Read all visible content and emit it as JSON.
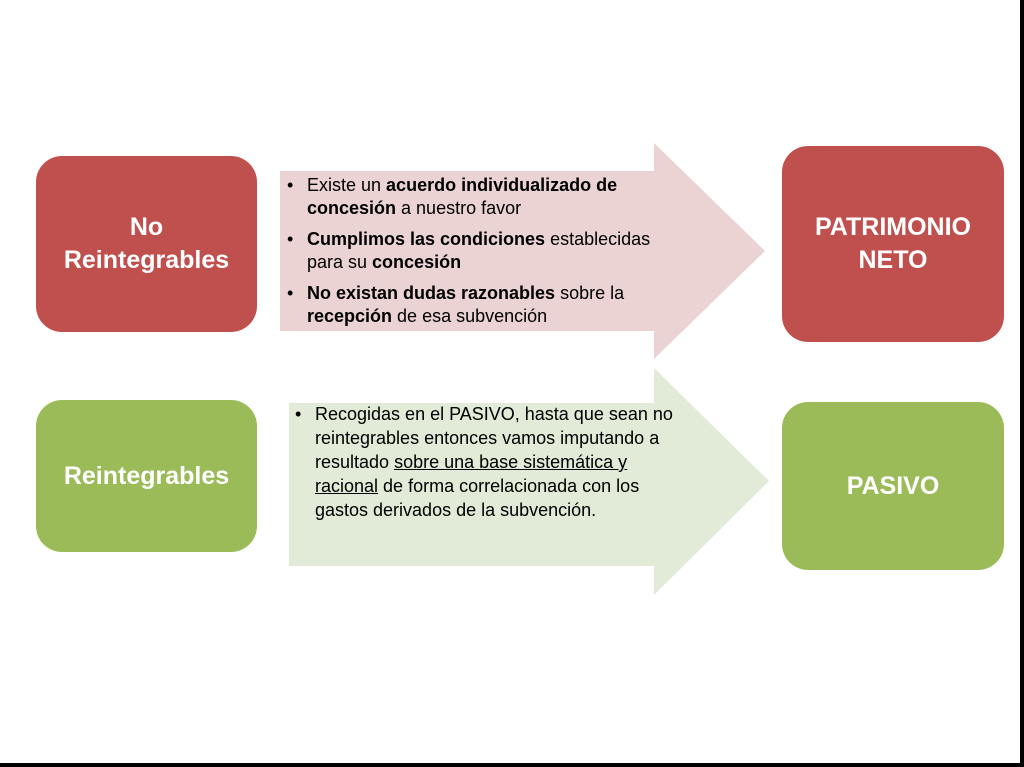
{
  "boxes": {
    "no_reintegrables": [
      "No",
      "Reintegrables"
    ],
    "patrimonio_neto": [
      "PATRIMONIO",
      "NETO"
    ],
    "reintegrables": [
      "Reintegrables"
    ],
    "pasivo": [
      "PASIVO"
    ]
  },
  "arrow_top": {
    "bullet1": {
      "a": "Existe un ",
      "b": "acuerdo individualizado de concesión",
      "c": " a nuestro favor"
    },
    "bullet2": {
      "a": "Cumplimos las condiciones",
      "b": " establecidas para su ",
      "c": "concesión"
    },
    "bullet3": {
      "a": "No existan dudas razonables",
      "b": " sobre la ",
      "c": "recepción",
      "d": " de esa subvención"
    }
  },
  "arrow_bottom": {
    "bullet1": {
      "a": "Recogidas en el PASIVO, hasta que sean no reintegrables entonces vamos imputando a resultado ",
      "b": "sobre una base sistemática y racional",
      "c": " de forma correlacionada con los gastos derivados de la subvención."
    }
  },
  "colors": {
    "red_box": "#c0504d",
    "green_box": "#9bbb59",
    "red_arrow": "#ebd3d3",
    "green_arrow": "#e2ead8"
  }
}
